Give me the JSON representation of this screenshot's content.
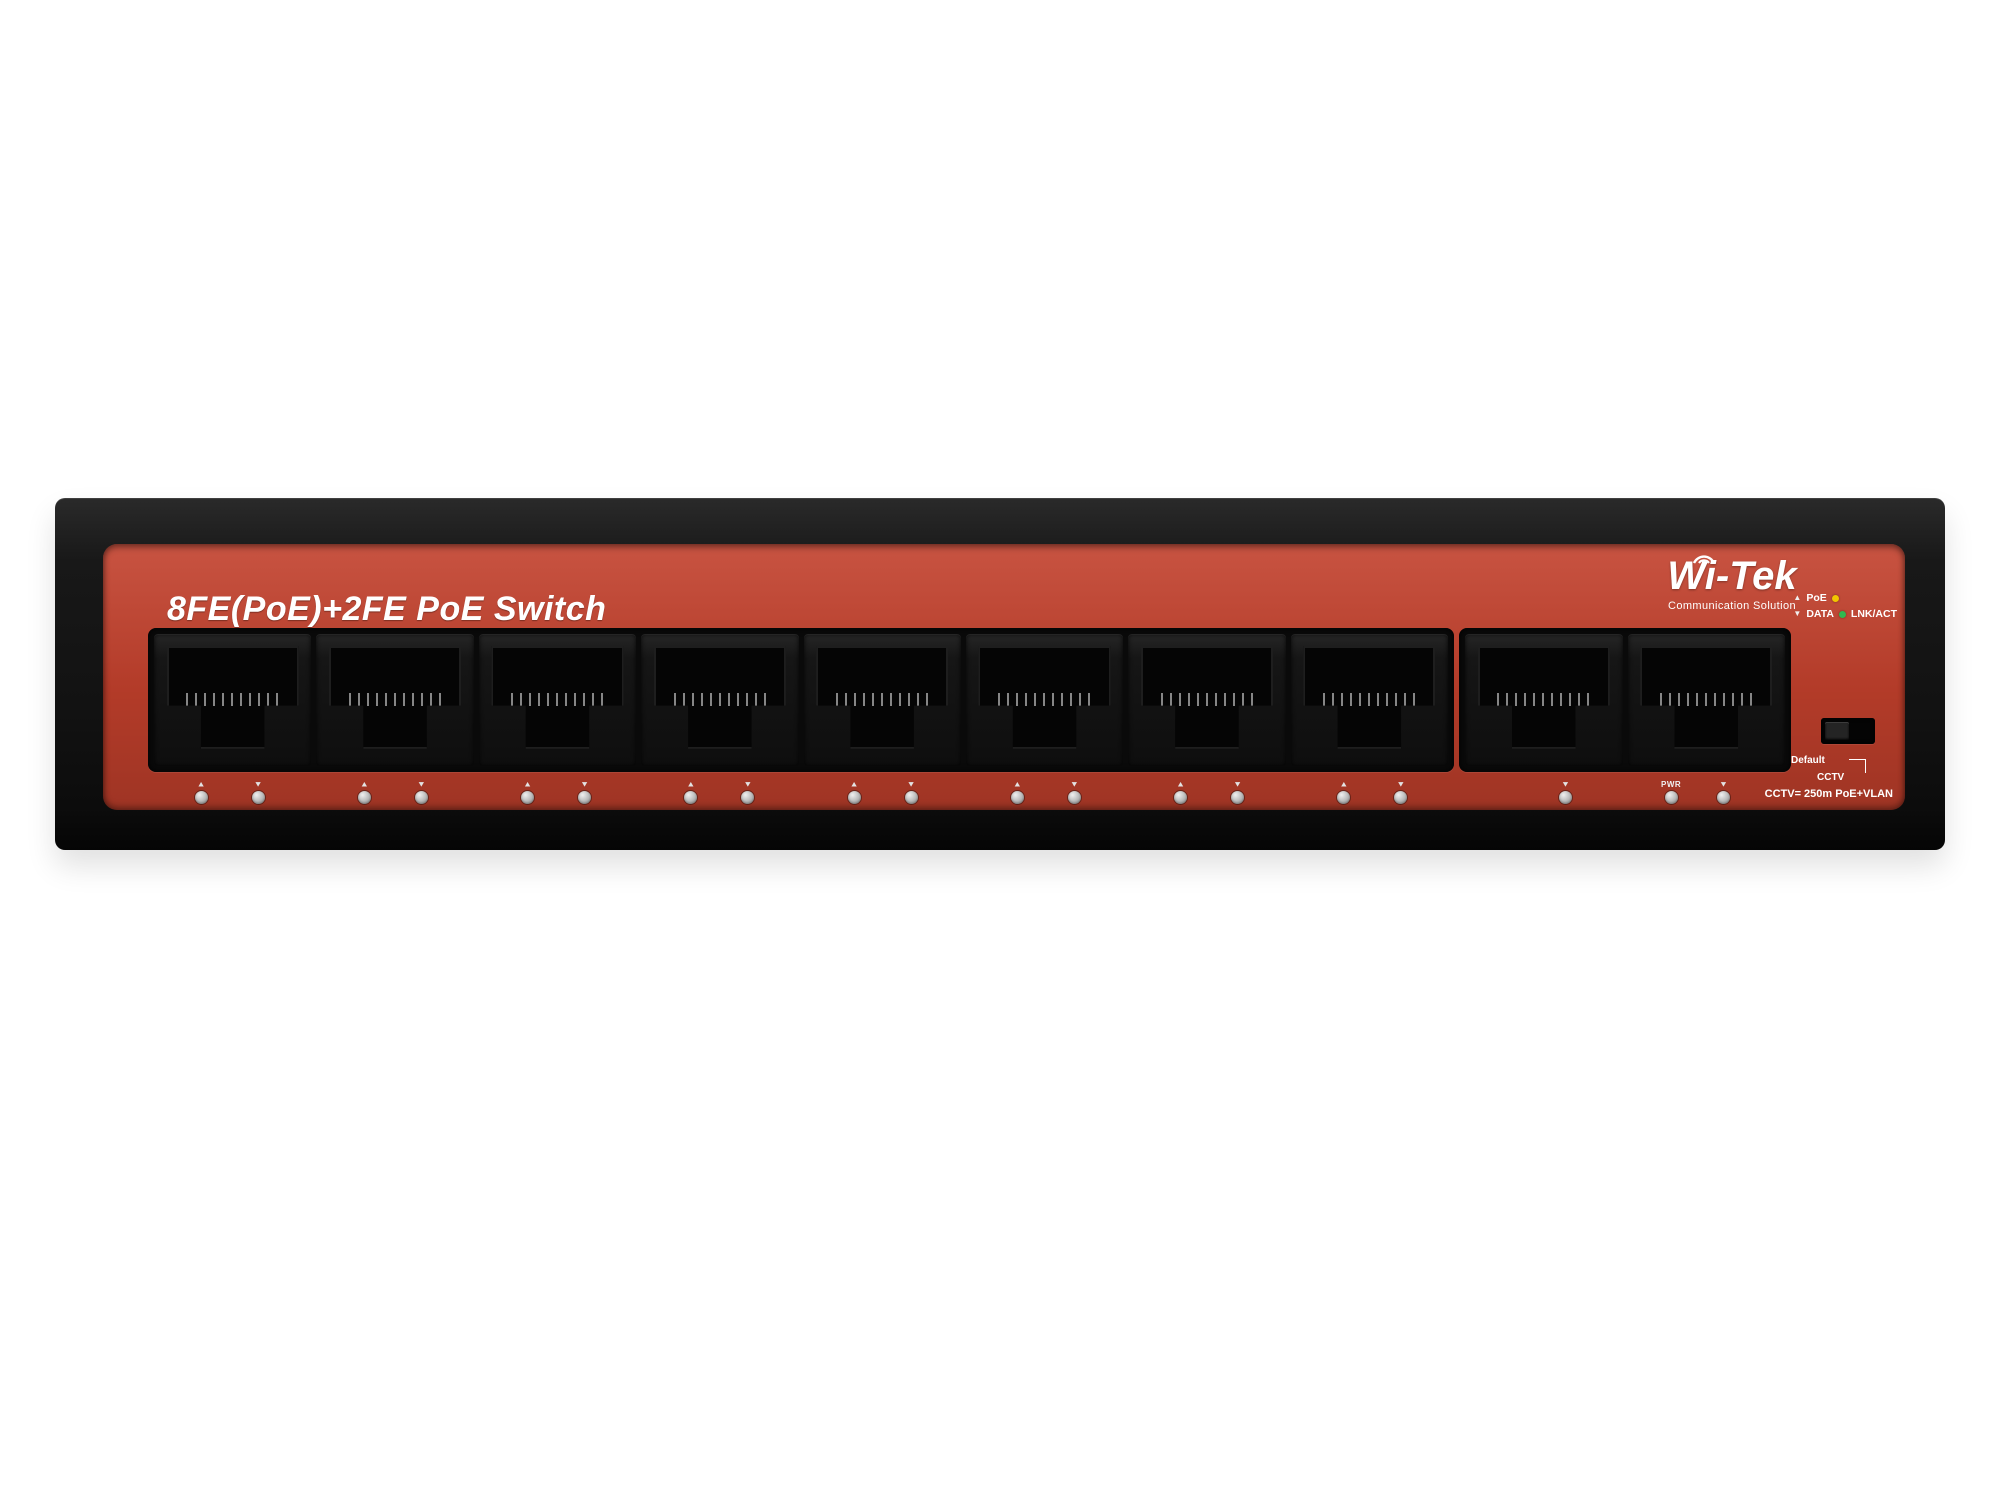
{
  "device": {
    "model_title": "8FE(PoE)+2FE PoE Switch",
    "brand": {
      "name": "Wi-Tek",
      "tagline": "Communication Solution"
    },
    "legend": {
      "rows": [
        {
          "symbol": "▲",
          "label": "PoE",
          "dot_color": "#f2c500",
          "suffix": ""
        },
        {
          "symbol": "▼",
          "label": "DATA",
          "dot_color": "#2fb94f",
          "suffix": "LNK/ACT"
        }
      ]
    },
    "ports": {
      "group1_count": 8,
      "group2_count": 2
    },
    "leds": {
      "poe_symbol": "▲",
      "data_symbol": "▼",
      "uplink_symbol": "▼",
      "pwr_label": "PWR"
    },
    "mode_switch": {
      "top_label": "Default",
      "bottom_label": "CCTV"
    },
    "footnote": "CCTV= 250m PoE+VLAN",
    "colors": {
      "faceplate": "#c2402c",
      "chassis": "#141414",
      "led_gray": "#cfcfcf"
    }
  }
}
